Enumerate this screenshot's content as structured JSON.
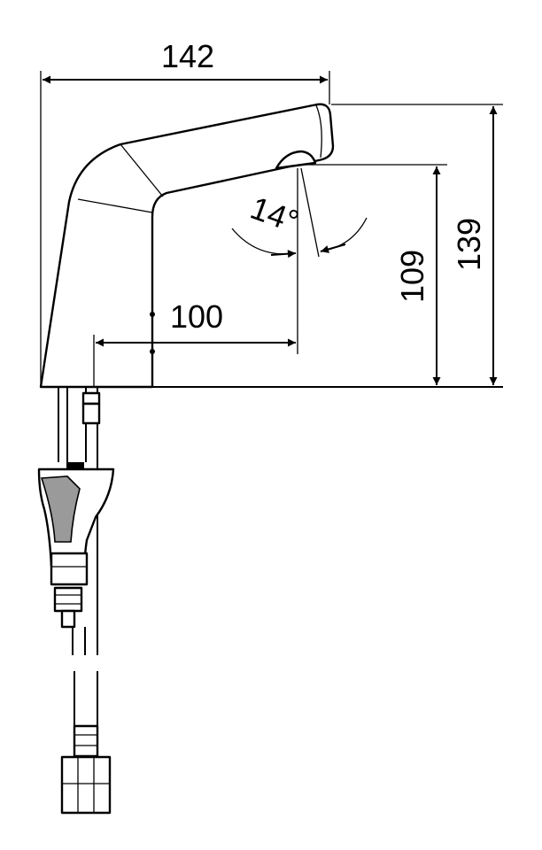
{
  "dimensions": {
    "total_width": "142",
    "spout_reach": "100",
    "outlet_height": "109",
    "total_height": "139",
    "sensor_angle": "14°"
  }
}
